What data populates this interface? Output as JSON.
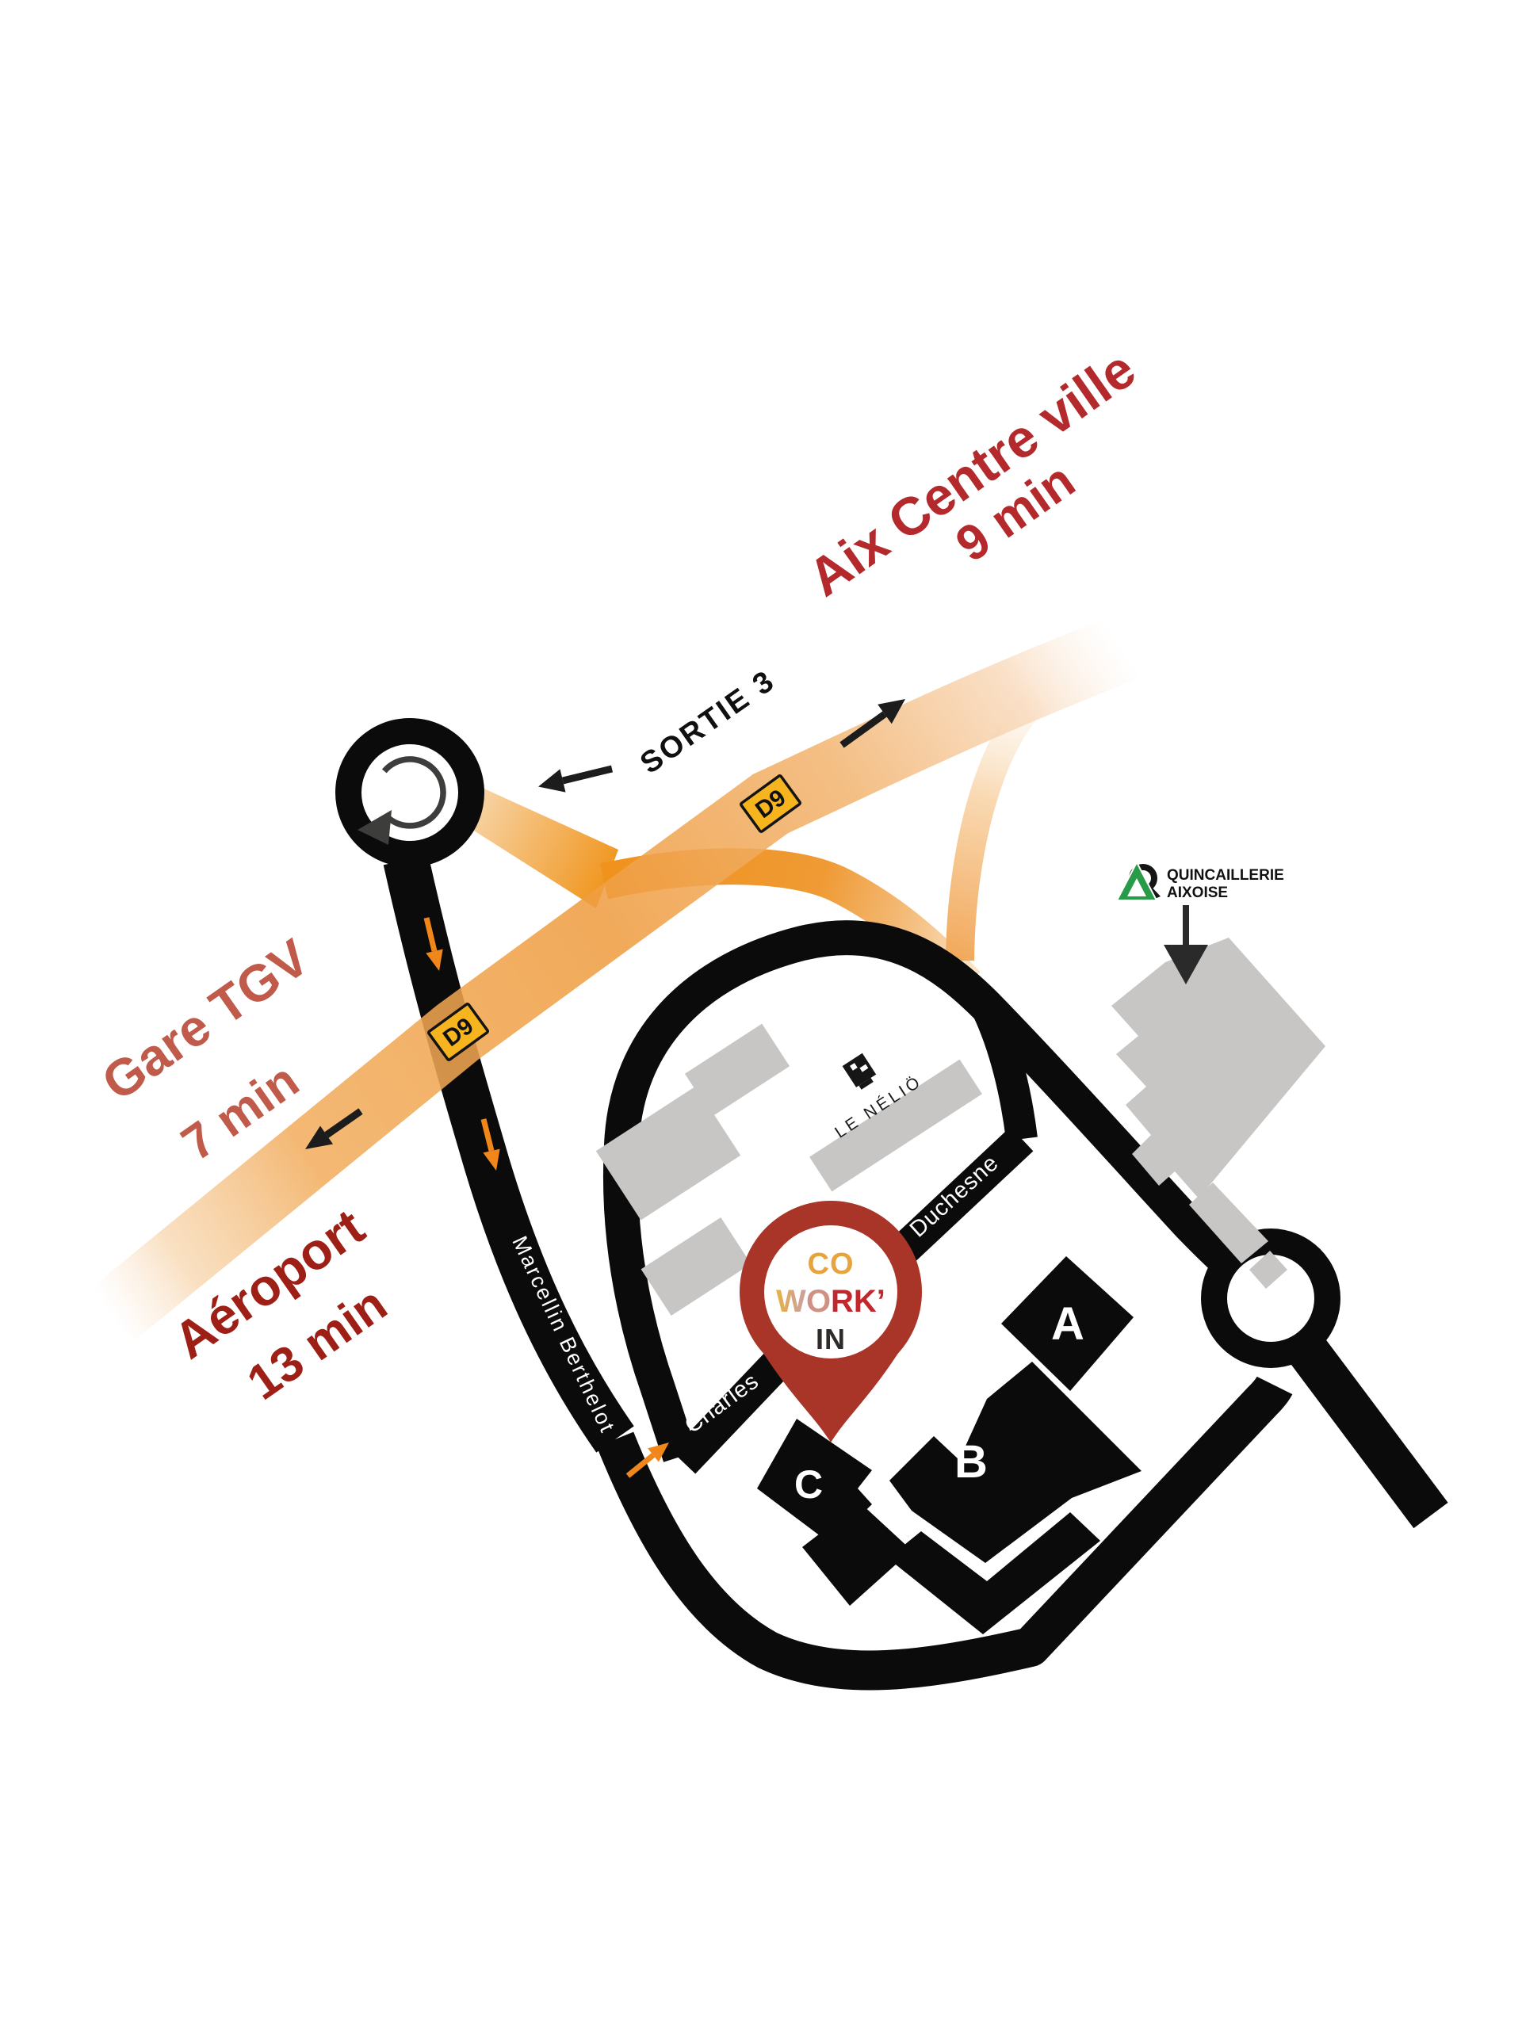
{
  "destinations": {
    "aix": {
      "label": "Aix Centre ville",
      "time": "9 min"
    },
    "gare": {
      "label": "Gare TGV",
      "time": "7 min"
    },
    "aeroport": {
      "label": "Aéroport",
      "time": "13 min"
    }
  },
  "roads": {
    "exit_label": "SORTIE 3",
    "d9_badge": "D9",
    "streets": {
      "berthelot": "Marcellin Berthelot",
      "charles": "Charles",
      "duchesne": "Duchesne"
    }
  },
  "buildings": {
    "a": "A",
    "b": "B",
    "c": "C"
  },
  "pois": {
    "nelio": "LE NÉLIÖ",
    "quincaillerie_line1": "QUINCAILLERIE",
    "quincaillerie_line2": "AIXOISE"
  },
  "marker": {
    "co": "CO",
    "w": "W",
    "o": "O",
    "rk": "RK’",
    "in": "IN"
  },
  "colors": {
    "red_aix": "#b42a2c",
    "red_gare": "#c05a4a",
    "red_aero": "#9e1f15",
    "orange_road": "#ef9d41",
    "orange_arrow": "#f1871b",
    "d9_yellow": "#f6b41f",
    "black_road": "#0b0b0b",
    "gray_building": "#c7c6c5",
    "pin_red": "#a93528",
    "logo_co": "#e8a33c",
    "logo_o": "#cf9184",
    "logo_rk": "#c1272d",
    "logo_in": "#2e2b29",
    "quinc_green": "#279b48"
  }
}
